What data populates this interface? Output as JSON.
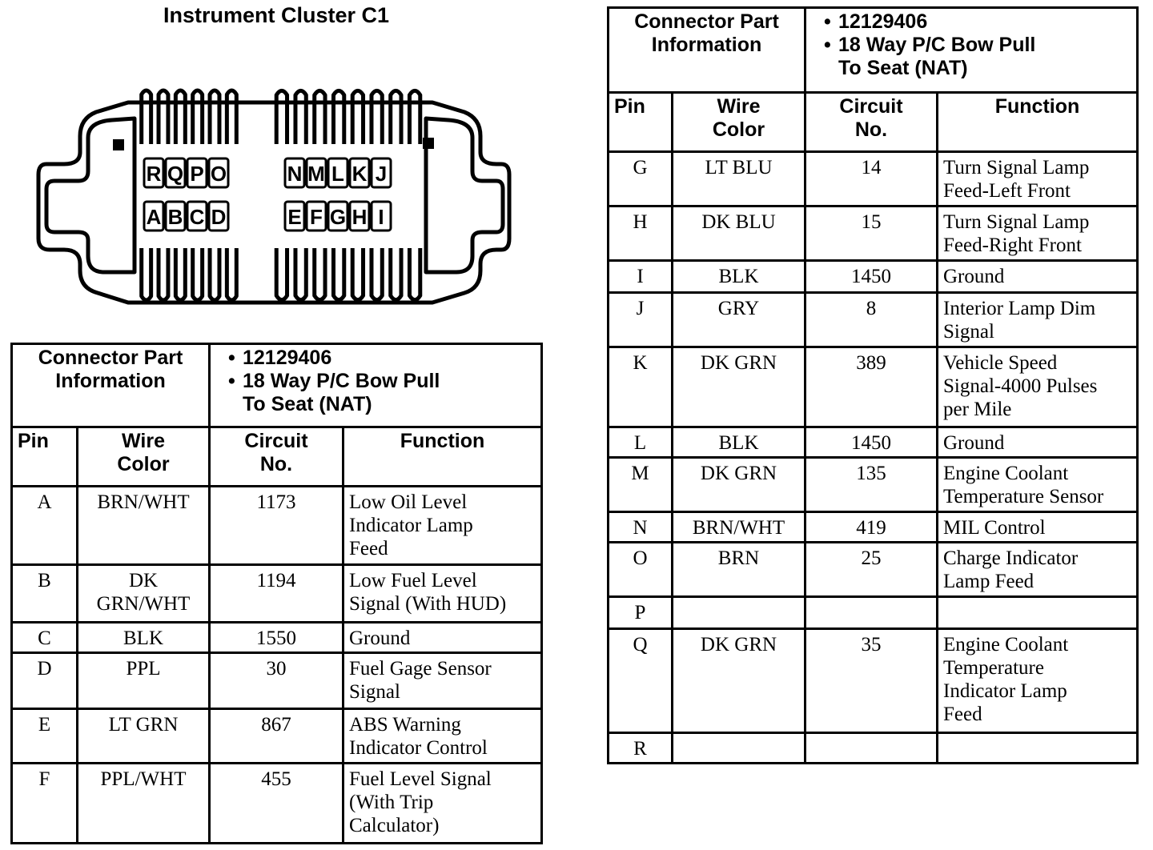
{
  "title": "Instrument Cluster C1",
  "connector": {
    "top_row_left": [
      "R",
      "Q",
      "P",
      "O"
    ],
    "top_row_right": [
      "N",
      "M",
      "L",
      "K",
      "J"
    ],
    "bottom_row_left": [
      "A",
      "B",
      "C",
      "D"
    ],
    "bottom_row_right": [
      "E",
      "F",
      "G",
      "H",
      "I"
    ]
  },
  "part_info": {
    "label_line1": "Connector Part",
    "label_line2": "Information",
    "bullet1": "12129406",
    "bullet2_line1": "18 Way P/C Bow Pull",
    "bullet2_line2": "To Seat (NAT)"
  },
  "headers": {
    "pin": "Pin",
    "wire_line1": "Wire",
    "wire_line2": "Color",
    "circuit_line1": "Circuit",
    "circuit_line2": "No.",
    "function": "Function"
  },
  "table_left_rows": [
    {
      "pin": "A",
      "wire": [
        "BRN/WHT"
      ],
      "circuit": "1173",
      "function": [
        "Low Oil Level",
        "Indicator Lamp",
        "Feed"
      ]
    },
    {
      "pin": "B",
      "wire": [
        "DK",
        "GRN/WHT"
      ],
      "circuit": "1194",
      "function": [
        "Low Fuel Level",
        "Signal (With HUD)"
      ]
    },
    {
      "pin": "C",
      "wire": [
        "BLK"
      ],
      "circuit": "1550",
      "function": [
        "Ground"
      ]
    },
    {
      "pin": "D",
      "wire": [
        "PPL"
      ],
      "circuit": "30",
      "function": [
        "Fuel Gage Sensor",
        "Signal"
      ]
    },
    {
      "pin": "E",
      "wire": [
        "LT GRN"
      ],
      "circuit": "867",
      "function": [
        "ABS Warning",
        "Indicator Control"
      ]
    },
    {
      "pin": "F",
      "wire": [
        "PPL/WHT"
      ],
      "circuit": "455",
      "function": [
        "Fuel Level Signal",
        "(With Trip",
        "Calculator)"
      ]
    }
  ],
  "table_right_rows": [
    {
      "pin": "G",
      "wire": [
        "LT BLU"
      ],
      "circuit": "14",
      "function": [
        "Turn Signal Lamp",
        "Feed-Left Front"
      ]
    },
    {
      "pin": "H",
      "wire": [
        "DK BLU"
      ],
      "circuit": "15",
      "function": [
        "Turn Signal Lamp",
        "Feed-Right Front"
      ]
    },
    {
      "pin": "I",
      "wire": [
        "BLK"
      ],
      "circuit": "1450",
      "function": [
        "Ground"
      ]
    },
    {
      "pin": "J",
      "wire": [
        "GRY"
      ],
      "circuit": "8",
      "function": [
        "Interior Lamp Dim",
        "Signal"
      ]
    },
    {
      "pin": "K",
      "wire": [
        "DK GRN"
      ],
      "circuit": "389",
      "function": [
        "Vehicle Speed",
        "Signal-4000 Pulses",
        "per Mile"
      ]
    },
    {
      "pin": "L",
      "wire": [
        "BLK"
      ],
      "circuit": "1450",
      "function": [
        "Ground"
      ]
    },
    {
      "pin": "M",
      "wire": [
        "DK GRN"
      ],
      "circuit": "135",
      "function": [
        "Engine Coolant",
        "Temperature Sensor"
      ]
    },
    {
      "pin": "N",
      "wire": [
        "BRN/WHT"
      ],
      "circuit": "419",
      "function": [
        "MIL Control"
      ]
    },
    {
      "pin": "O",
      "wire": [
        "BRN"
      ],
      "circuit": "25",
      "function": [
        "Charge Indicator",
        "Lamp Feed"
      ]
    },
    {
      "pin": "P",
      "wire": [],
      "circuit": "",
      "function": []
    },
    {
      "pin": "Q",
      "wire": [
        "DK GRN"
      ],
      "circuit": "35",
      "function": [
        "Engine Coolant",
        "Temperature",
        "Indicator Lamp",
        "Feed"
      ]
    },
    {
      "pin": "R",
      "wire": [],
      "circuit": "",
      "function": []
    }
  ]
}
